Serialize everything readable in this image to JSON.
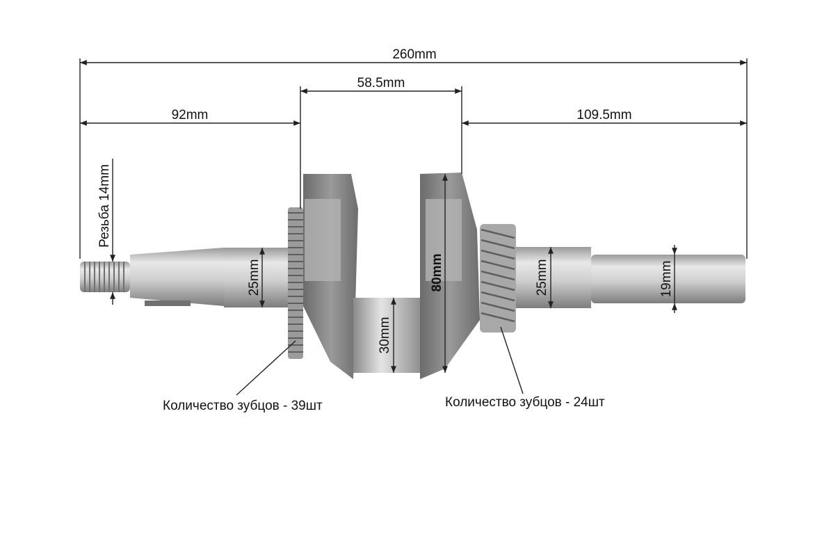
{
  "dimensions": {
    "overall": "260mm",
    "crank_width": "58.5mm",
    "left_shaft": "92mm",
    "right_shaft": "109.5mm",
    "thread": "Резьба 14mm",
    "left_journal": "25mm",
    "crank_pin": "30mm",
    "web_height": "80mm",
    "right_journal": "25mm",
    "output_shaft": "19mm"
  },
  "captions": {
    "left_gear_teeth": "Количество зубцов - 39шт",
    "right_gear_teeth": "Количество зубцов - 24шт"
  },
  "colors": {
    "background": "#ffffff",
    "steel_light": "#d9d9d9",
    "steel_dark": "#8c8c8c",
    "cast_iron": "#7a7a7a",
    "dimension_line": "#222222"
  }
}
